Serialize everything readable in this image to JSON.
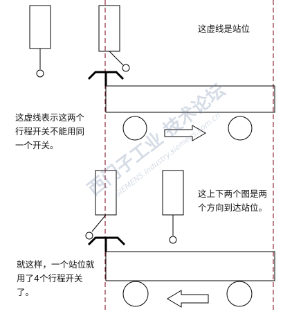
{
  "labels": {
    "station_line": "这虚线是站位",
    "dashed_meaning": "这虚线表示这两个\n行程开关不能用同\n一个开关。",
    "two_directions": "这上下两个图是两\n个方向到达站位。",
    "conclusion": "就这样，一个站位就\n用了4个行程开关\n了。"
  },
  "watermark": {
    "main": "西门子工业  技术论坛",
    "sub": "SIEMENS industry.siemens.com.cn"
  },
  "colors": {
    "outline": "#000000",
    "dashed_line": "#8b2a3a",
    "text": "#111111",
    "watermark": "#6f86a8"
  }
}
